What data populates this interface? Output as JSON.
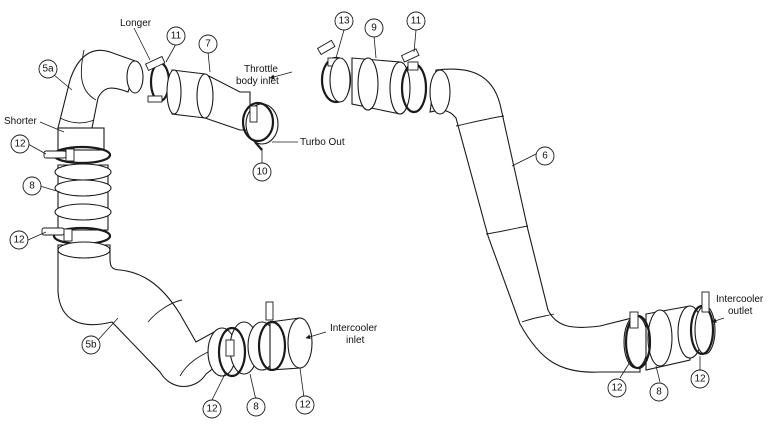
{
  "labels": {
    "longer": "Longer",
    "shorter": "Shorter",
    "throttle_line1": "Throttle",
    "throttle_line2": "body inlet",
    "turbo_out": "Turbo Out",
    "intercooler_inlet_line1": "Intercooler",
    "intercooler_inlet_line2": "inlet",
    "intercooler_outlet_line1": "Intercooler",
    "intercooler_outlet_line2": "outlet"
  },
  "callouts": {
    "c11_left": "11",
    "c7": "7",
    "c5a": "5a",
    "c12_a": "12",
    "c8_left": "8",
    "c12_b": "12",
    "c10": "10",
    "c5b": "5b",
    "c12_c": "12",
    "c8_bottom": "8",
    "c12_d": "12",
    "c13": "13",
    "c9": "9",
    "c11_right": "11",
    "c6": "6",
    "c12_e": "12",
    "c8_right": "8",
    "c12_f": "12"
  }
}
